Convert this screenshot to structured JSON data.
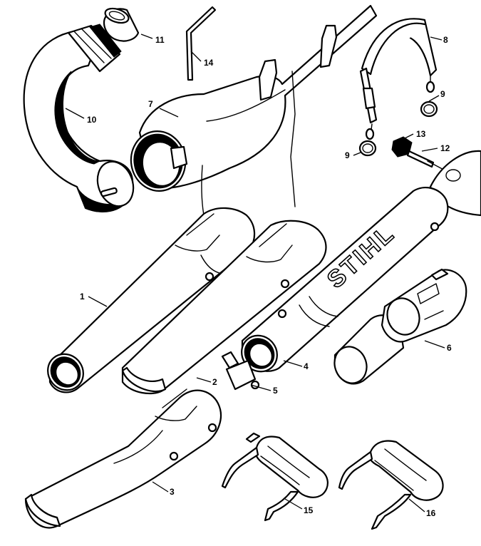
{
  "brand": "STIHL",
  "callouts": [
    "1",
    "2",
    "3",
    "4",
    "5",
    "6",
    "7",
    "8",
    "9",
    "9",
    "10",
    "11",
    "12",
    "13",
    "14",
    "15",
    "16"
  ]
}
